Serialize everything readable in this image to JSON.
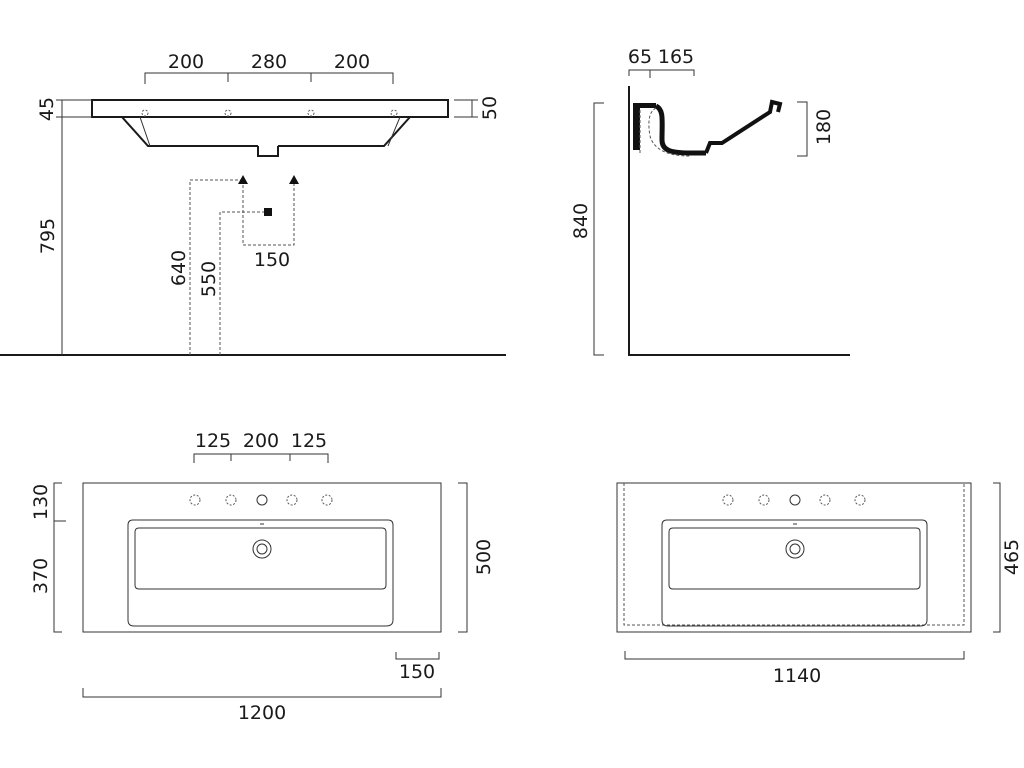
{
  "front_view": {
    "tap_spacing": [
      "200",
      "280",
      "200"
    ],
    "slab_left": "45",
    "slab_right": "50",
    "height_top": "795",
    "hot_supply": "640",
    "waste": "550",
    "supply_spacing": "150"
  },
  "side_view": {
    "wall_offset": "65",
    "tap_offset": "165",
    "basin_depth": "180",
    "height": "840"
  },
  "plan_view": {
    "tap_spacing": [
      "125",
      "200",
      "125"
    ],
    "back_edge": "130",
    "basin_length": "370",
    "depth": "500",
    "side_offset": "150",
    "width": "1200"
  },
  "plan_view_compact": {
    "depth": "465",
    "width": "1140"
  }
}
